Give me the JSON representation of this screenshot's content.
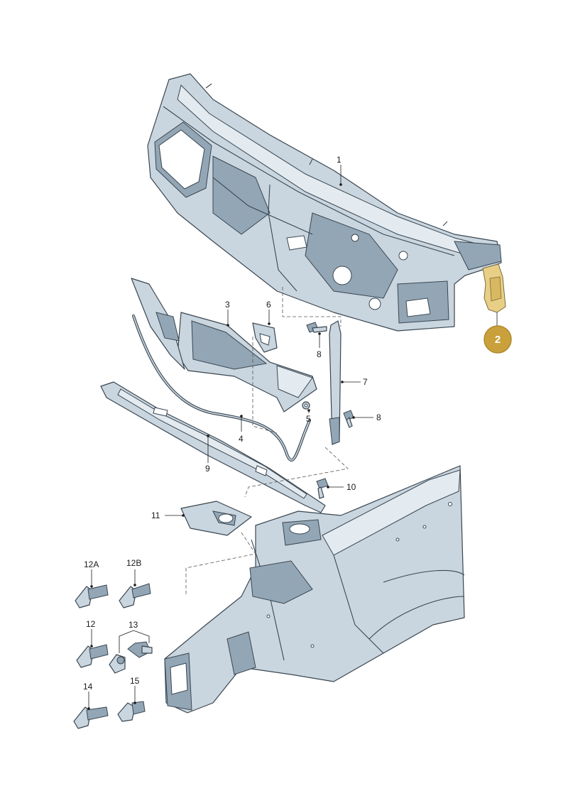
{
  "callouts": {
    "c1": "1",
    "c2": "2",
    "c3": "3",
    "c4": "4",
    "c5": "5",
    "c6": "6",
    "c7": "7",
    "c8a": "8",
    "c8b": "8",
    "c9": "9",
    "c10": "10",
    "c11": "11",
    "c12A": "12A",
    "c12B": "12B",
    "c12": "12",
    "c13": "13",
    "c14": "14",
    "c15": "15"
  },
  "colors": {
    "highlight_badge": "#c9a03a",
    "highlight_part": "#e9cf86",
    "part_fill": "#c9d6e0",
    "outline": "#3a4650"
  }
}
